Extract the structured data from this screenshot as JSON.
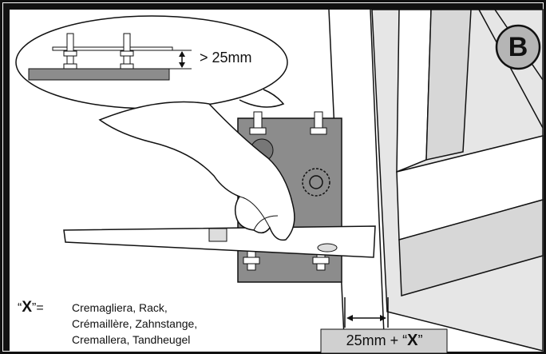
{
  "badge": {
    "letter": "B"
  },
  "callout": {
    "dimension": "> 25mm"
  },
  "legend": {
    "key_open": "“",
    "key": "X",
    "key_close": "”=",
    "lines": [
      "Cremagliera, Rack,",
      "Crémaillère, Zahnstange,",
      "Cremallera, Tandheugel"
    ]
  },
  "dimension_label": {
    "prefix": "25mm + “",
    "key": "X",
    "suffix": "”"
  },
  "colors": {
    "frame": "#111111",
    "plate": "#8c8c8c",
    "panel_grey": "#d9d9d9",
    "label_box": "#d0d0d0"
  }
}
